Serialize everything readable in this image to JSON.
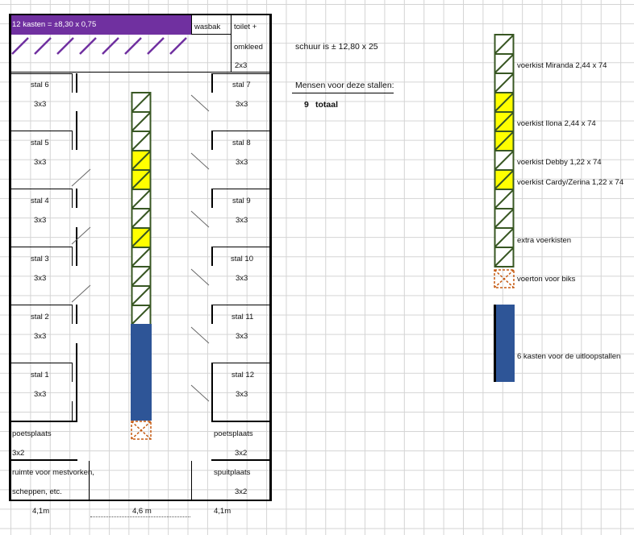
{
  "colors": {
    "purple": "#7030a0",
    "green": "#385723",
    "yellow": "#ffff00",
    "blue": "#2e5597",
    "orange": "#c55a11",
    "grid": "#d4d4d4"
  },
  "header": {
    "kasten": "12 kasten = ±8,30 x 0,75",
    "wasbak": "wasbak",
    "toilet": "toilet +",
    "omkleed": "omkleed",
    "omkleed_size": "2x3"
  },
  "stalls_left": [
    {
      "name": "stal 6",
      "size": "3x3"
    },
    {
      "name": "stal 5",
      "size": "3x3"
    },
    {
      "name": "stal 4",
      "size": "3x3"
    },
    {
      "name": "stal 3",
      "size": "3x3"
    },
    {
      "name": "stal 2",
      "size": "3x3"
    },
    {
      "name": "stal 1",
      "size": "3x3"
    }
  ],
  "stalls_right": [
    {
      "name": "stal 7",
      "size": "3x3"
    },
    {
      "name": "stal 8",
      "size": "3x3"
    },
    {
      "name": "stal 9",
      "size": "3x3"
    },
    {
      "name": "stal 10",
      "size": "3x3"
    },
    {
      "name": "stal 11",
      "size": "3x3"
    },
    {
      "name": "stal 12",
      "size": "3x3"
    }
  ],
  "bottom": {
    "poetsplaats_left": "poetsplaats",
    "poetsplaats_left_size": "3x2",
    "poetsplaats_right": "poetsplaats",
    "poetsplaats_right_size": "3x2",
    "ruimte_1": "ruimte voor mestvorken,",
    "ruimte_2": "scheppen, etc.",
    "spuitplaats": "spuitplaats",
    "spuitplaats_size": "3x2"
  },
  "dimensions": {
    "left": "4,1m",
    "middle": "4,6 m",
    "right": "4,1m"
  },
  "info": {
    "schuur": "schuur is ± 12,80 x 25",
    "mensen": "Mensen voor deze stallen:",
    "count": "9",
    "totaal": "totaal"
  },
  "legend": {
    "miranda": "voerkist Miranda 2,44 x 74",
    "ilona": "voerkist Ilona  2,44 x 74",
    "debby": "voerkist Debby 1,22 x 74",
    "cardy": "voerkist Cardy/Zerina 1,22 x 74",
    "extra": "extra voerkisten",
    "voerton": "voerton voor biks",
    "kasten": "6 kasten voor de uitloopstallen"
  },
  "aisle_column": [
    "green",
    "green",
    "green",
    "yellow",
    "yellow",
    "green",
    "green",
    "yellow",
    "green",
    "green",
    "green",
    "green"
  ],
  "legend_column": [
    "green",
    "green",
    "green",
    "yellow",
    "yellow",
    "yellow",
    "green",
    "yellow",
    "green",
    "green",
    "green",
    "green"
  ]
}
